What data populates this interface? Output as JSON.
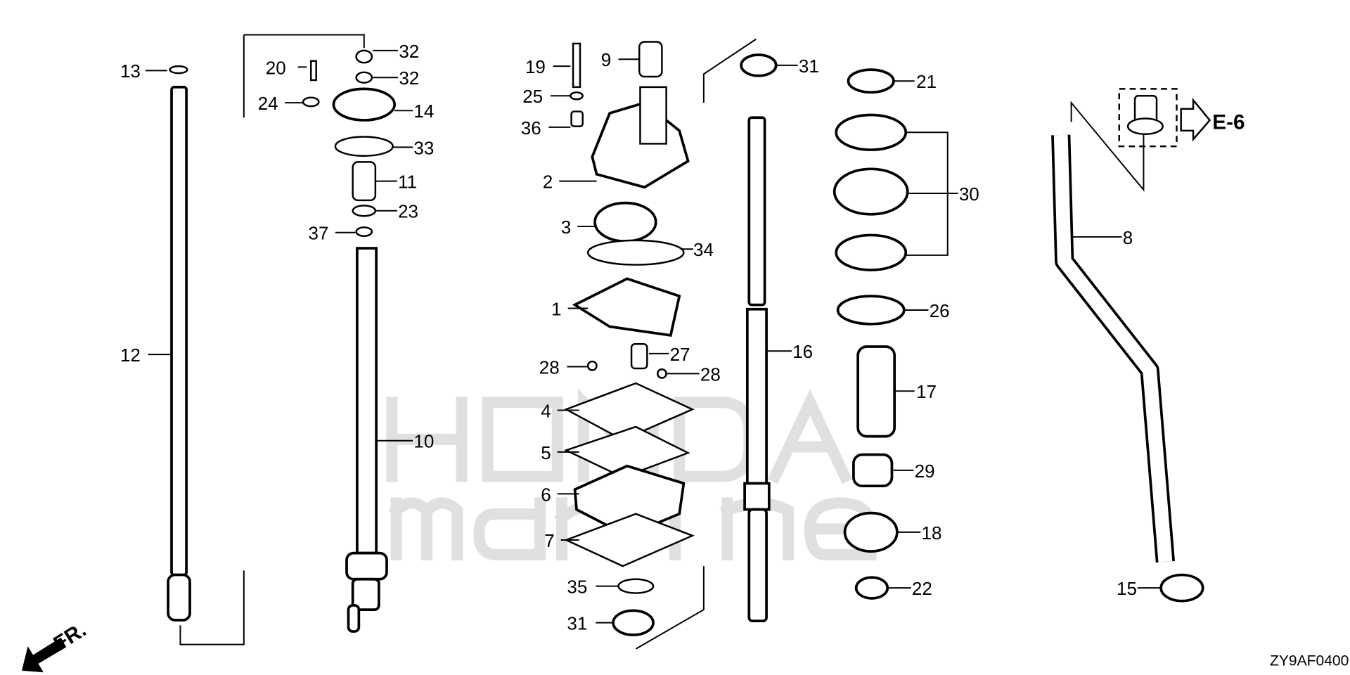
{
  "diagram": {
    "code": "ZY9AF0400",
    "reference": "E-6",
    "direction": "FR.",
    "watermark": [
      "HONDA",
      "marine"
    ],
    "labels": {
      "p13": "13",
      "p12": "12",
      "p20": "20",
      "p32a": "32",
      "p32b": "32",
      "p24": "24",
      "p14": "14",
      "p33": "33",
      "p11": "11",
      "p23": "23",
      "p37": "37",
      "p10": "10",
      "p19": "19",
      "p9": "9",
      "p25": "25",
      "p36": "36",
      "p2": "2",
      "p3": "3",
      "p34": "34",
      "p1": "1",
      "p27": "27",
      "p28a": "28",
      "p28b": "28",
      "p4": "4",
      "p5": "5",
      "p6": "6",
      "p7": "7",
      "p35": "35",
      "p31a": "31",
      "p31b": "31",
      "p16": "16",
      "p21": "21",
      "p30": "30",
      "p26": "26",
      "p17": "17",
      "p29": "29",
      "p18": "18",
      "p22": "22",
      "p8": "8",
      "p15": "15"
    }
  }
}
